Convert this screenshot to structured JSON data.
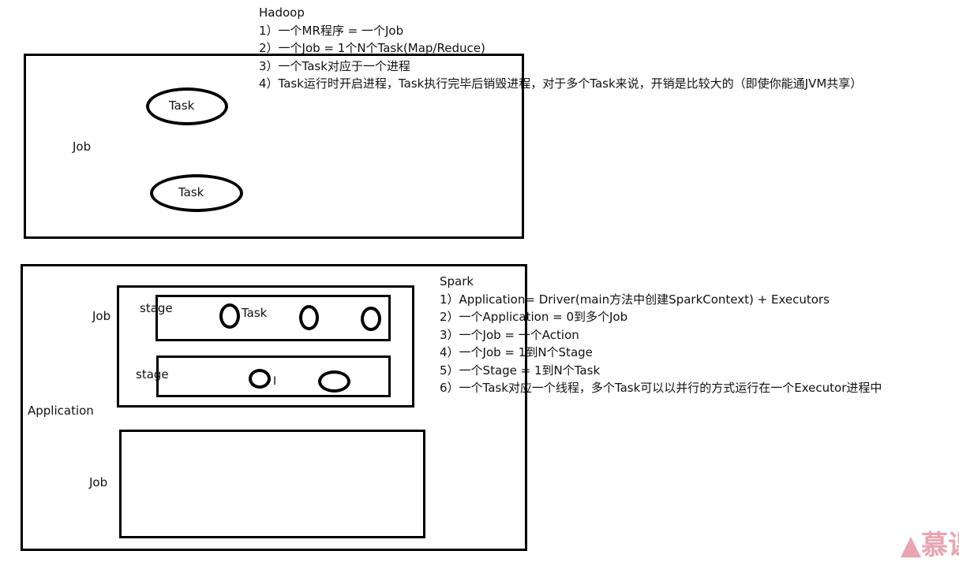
{
  "hadoop": {
    "title": "Hadoop",
    "notes": [
      "1）一个MR程序 = 一个Job",
      "2）一个Job = 1个N个Task(Map/Reduce)",
      "3）一个Task对应于一个进程",
      "4）Task运行时开启进程，Task执行完毕后销毁进程，对于多个Task来说，开销是比较大的（即使你能通JVM共享）"
    ],
    "diagram": {
      "job_label": "Job",
      "task1": "Task",
      "task2": "Task"
    }
  },
  "spark": {
    "title": "Spark",
    "notes": [
      "1）Application= Driver(main方法中创建SparkContext) + Executors",
      "2）一个Application =  0到多个Job",
      "3）一个Job = 一个Action",
      "4）一个Job = 1到N个Stage",
      "5）一个Stage = 1到N个Task",
      "6）一个Task对应一个线程，多个Task可以以并行的方式运行在一个Executor进程中"
    ],
    "diagram": {
      "application_label": "Application",
      "job1_label": "Job",
      "job2_label": "Job",
      "stage1_label": "stage",
      "stage2_label": "stage",
      "task_label": "Task"
    }
  },
  "watermark": "慕课"
}
